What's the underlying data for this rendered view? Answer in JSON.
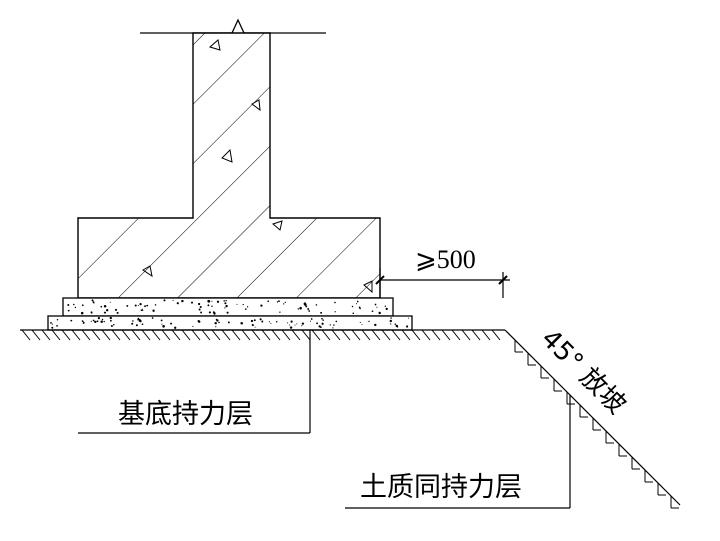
{
  "labels": {
    "min_distance": "⩾500",
    "slope": "45° 放坡",
    "base_bearing_layer": "基底持力层",
    "same_soil_bearing_layer": "土质同持力层"
  },
  "colors": {
    "line": "#000000",
    "background": "#ffffff"
  }
}
